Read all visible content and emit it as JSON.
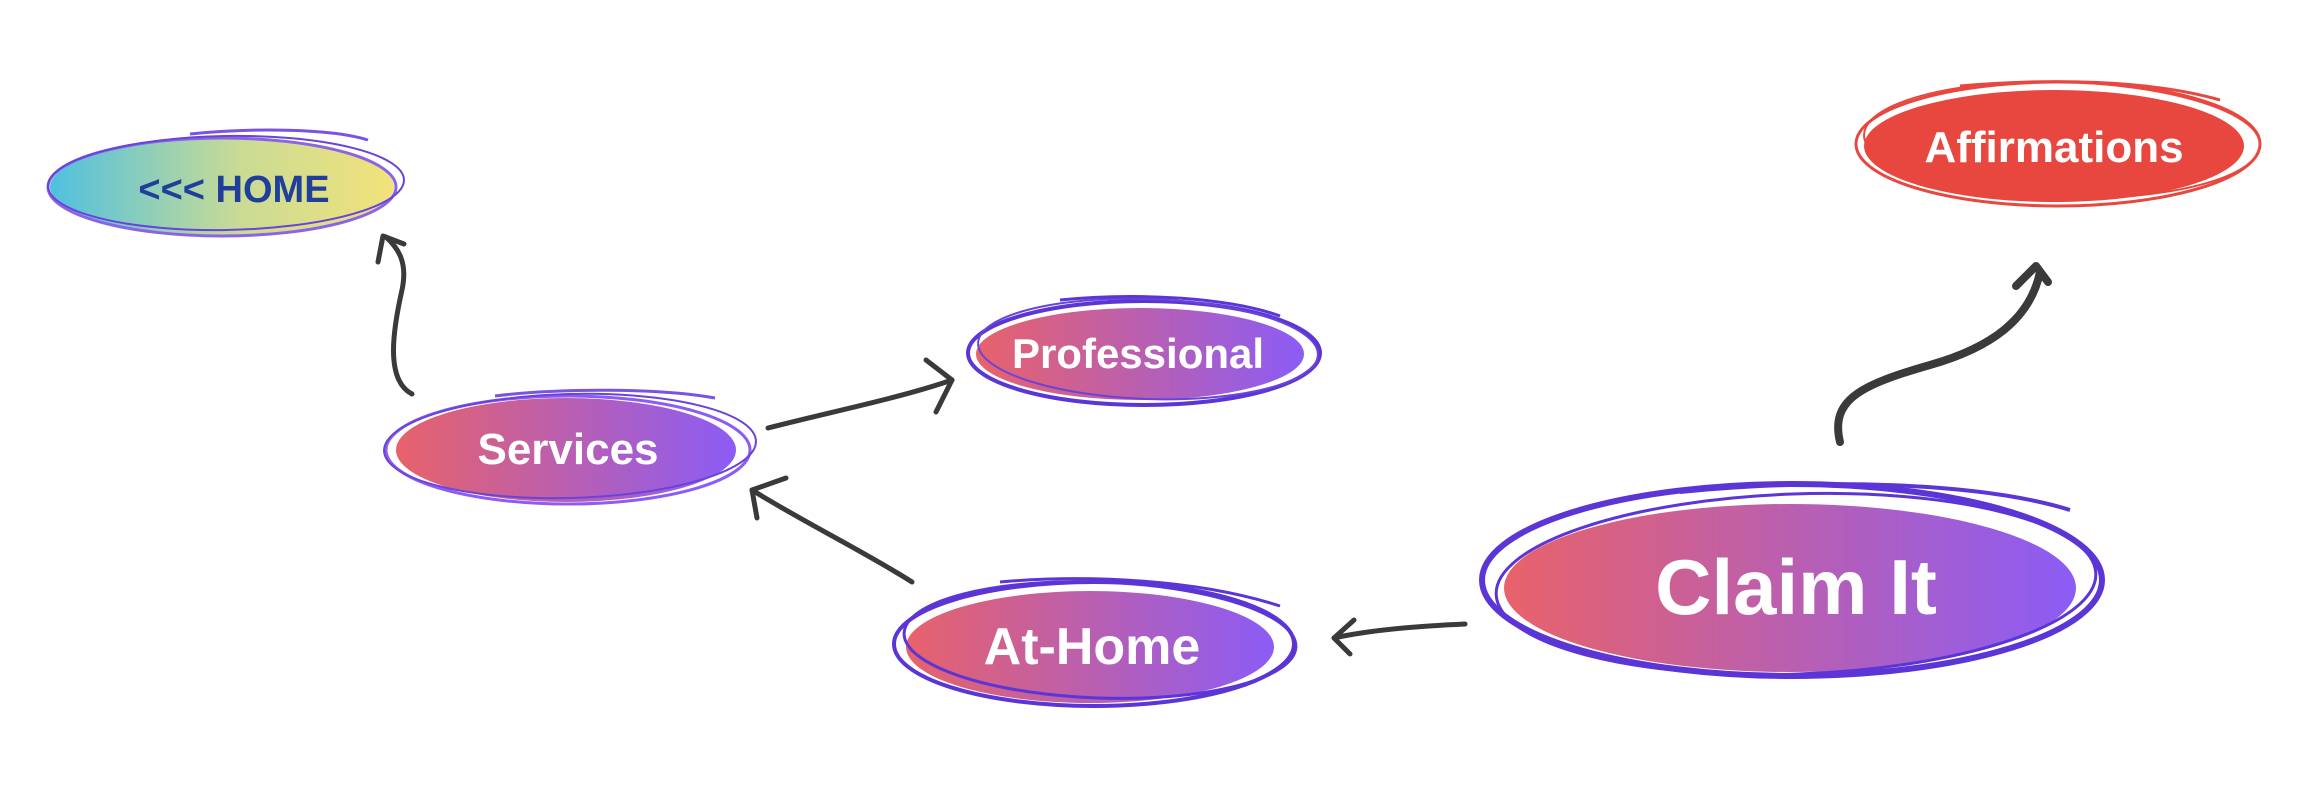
{
  "colors": {
    "gradient_pink": "#e8626a",
    "gradient_purple": "#8b5cf6",
    "home_blue": "#4fc0e0",
    "home_yellow": "#f2e27a",
    "home_text": "#1f3f9a",
    "outline_purple": "#5b35d6",
    "affirmations_red": "#e8473f",
    "arrow": "#3a3a3a",
    "label": "#ffffff"
  },
  "nodes": {
    "home": {
      "label": "<<< HOME",
      "icon": "none"
    },
    "services": {
      "label": "Services"
    },
    "professional": {
      "label": "Professional"
    },
    "at_home": {
      "label": "At-Home"
    },
    "claim_it": {
      "label": "Claim It"
    },
    "affirmations": {
      "label": "Affirmations"
    }
  },
  "edges": [
    {
      "from": "services",
      "to": "home"
    },
    {
      "from": "services",
      "to": "professional"
    },
    {
      "from": "at_home",
      "to": "services"
    },
    {
      "from": "claim_it",
      "to": "at_home"
    },
    {
      "from": "claim_it",
      "to": "affirmations"
    }
  ]
}
